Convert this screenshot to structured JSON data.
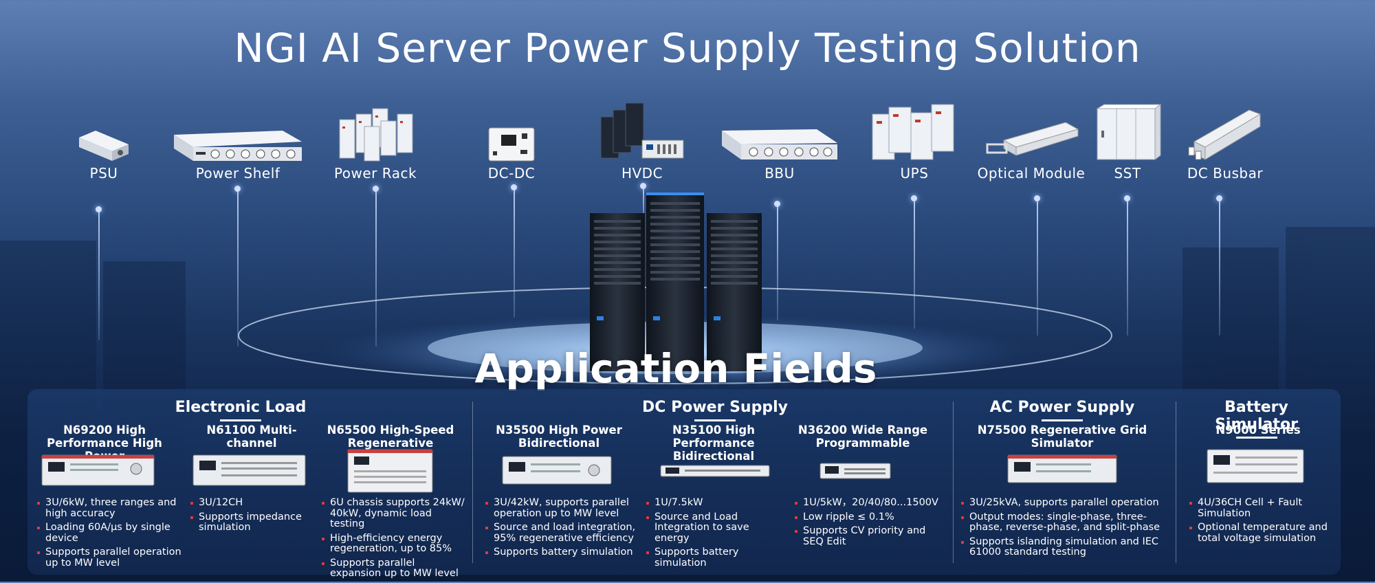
{
  "title": "NGI AI Server Power Supply Testing Solution",
  "categories": [
    {
      "label": "PSU",
      "icon": "psu-icon"
    },
    {
      "label": "Power Shelf",
      "icon": "power-shelf-icon"
    },
    {
      "label": "Power Rack",
      "icon": "power-rack-icon"
    },
    {
      "label": "DC-DC",
      "icon": "dc-dc-module-icon"
    },
    {
      "label": "HVDC",
      "icon": "hvdc-cabinet-icon"
    },
    {
      "label": "BBU",
      "icon": "bbu-icon"
    },
    {
      "label": "UPS",
      "icon": "ups-cabinet-icon"
    },
    {
      "label": "Optical Module",
      "icon": "optical-module-icon"
    },
    {
      "label": "SST",
      "icon": "sst-cabinet-icon"
    },
    {
      "label": "DC Busbar",
      "icon": "dc-busbar-icon"
    }
  ],
  "application_title": "Application Fields",
  "groups": {
    "electronic_load": "Electronic Load",
    "dc_power_supply": "DC Power Supply",
    "ac_power_supply": "AC Power Supply",
    "battery_simulator": "Battery Simulator"
  },
  "products": [
    {
      "name": "N69200 High Performance High Power",
      "bullets": [
        "3U/6kW, three ranges and high accuracy",
        "Loading 60A/μs by single device",
        "Supports parallel operation up to MW level"
      ]
    },
    {
      "name": "N61100 Multi-channel",
      "bullets": [
        "3U/12CH",
        "Supports impedance simulation"
      ]
    },
    {
      "name": "N65500 High-Speed Regenerative",
      "bullets": [
        "6U chassis supports 24kW/ 40kW, dynamic load testing",
        "High-efficiency energy regeneration, up to 85%",
        "Supports parallel expansion up to MW level"
      ]
    },
    {
      "name": "N35500 High Power Bidirectional",
      "bullets": [
        "3U/42kW, supports parallel operation up to MW level",
        "Source and load integration, 95% regenerative efficiency",
        "Supports battery simulation"
      ]
    },
    {
      "name": "N35100 High Performance Bidirectional",
      "bullets": [
        "1U/7.5kW",
        "Source and Load Integration to save energy",
        "Supports battery simulation"
      ]
    },
    {
      "name": "N36200 Wide Range Programmable",
      "bullets": [
        "1U/5kW，20/40/80...1500V",
        "Low ripple ≤ 0.1%",
        "Supports CV priority and SEQ Edit"
      ]
    },
    {
      "name": "N75500 Regenerative Grid Simulator",
      "bullets": [
        "3U/25kVA, supports parallel operation",
        "Output modes: single-phase, three-phase, reverse-phase, and split-phase",
        "Supports islanding simulation and IEC 61000 standard testing"
      ]
    },
    {
      "name": "N9000 Series",
      "bullets": [
        "4U/36CH Cell + Fault Simulation",
        "Optional temperature and total voltage simulation"
      ]
    }
  ],
  "colors": {
    "bullet": "#e63a3a",
    "accent_glow": "#9fc2ff",
    "text": "#ffffff"
  }
}
